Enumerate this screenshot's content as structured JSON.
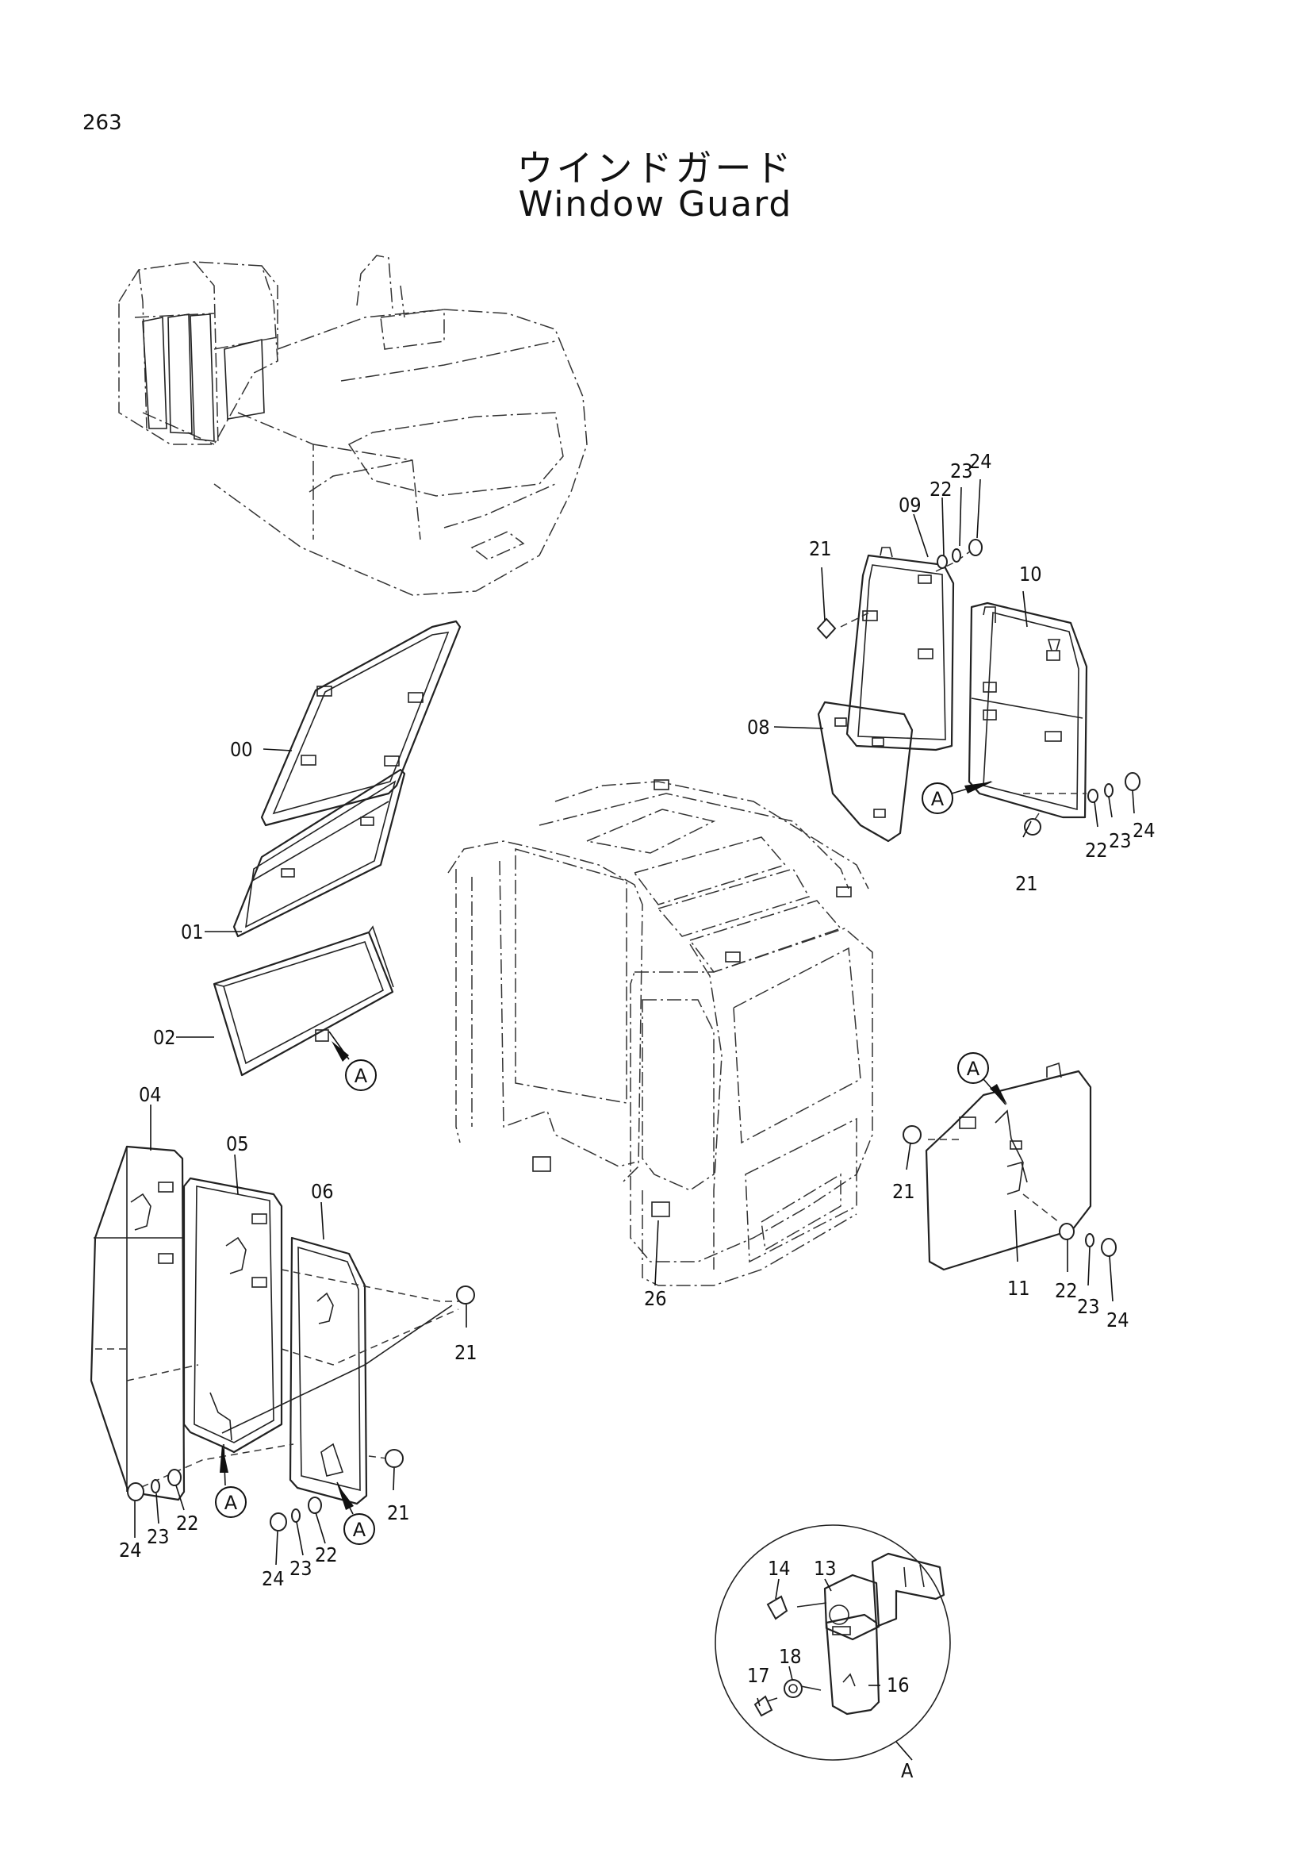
{
  "page": {
    "number": "263",
    "title_jp": "ウインドガード",
    "title_en": "Window Guard"
  },
  "callouts": {
    "c00": "00",
    "c01": "01",
    "c02": "02",
    "c04": "04",
    "c05": "05",
    "c06": "06",
    "c08": "08",
    "c09": "09",
    "c10": "10",
    "c11": "11",
    "c13": "13",
    "c14": "14",
    "c16": "16",
    "c17": "17",
    "c18": "18",
    "c21": "21",
    "c22": "22",
    "c23": "23",
    "c24": "24",
    "c26": "26"
  },
  "detail_ref": "A"
}
